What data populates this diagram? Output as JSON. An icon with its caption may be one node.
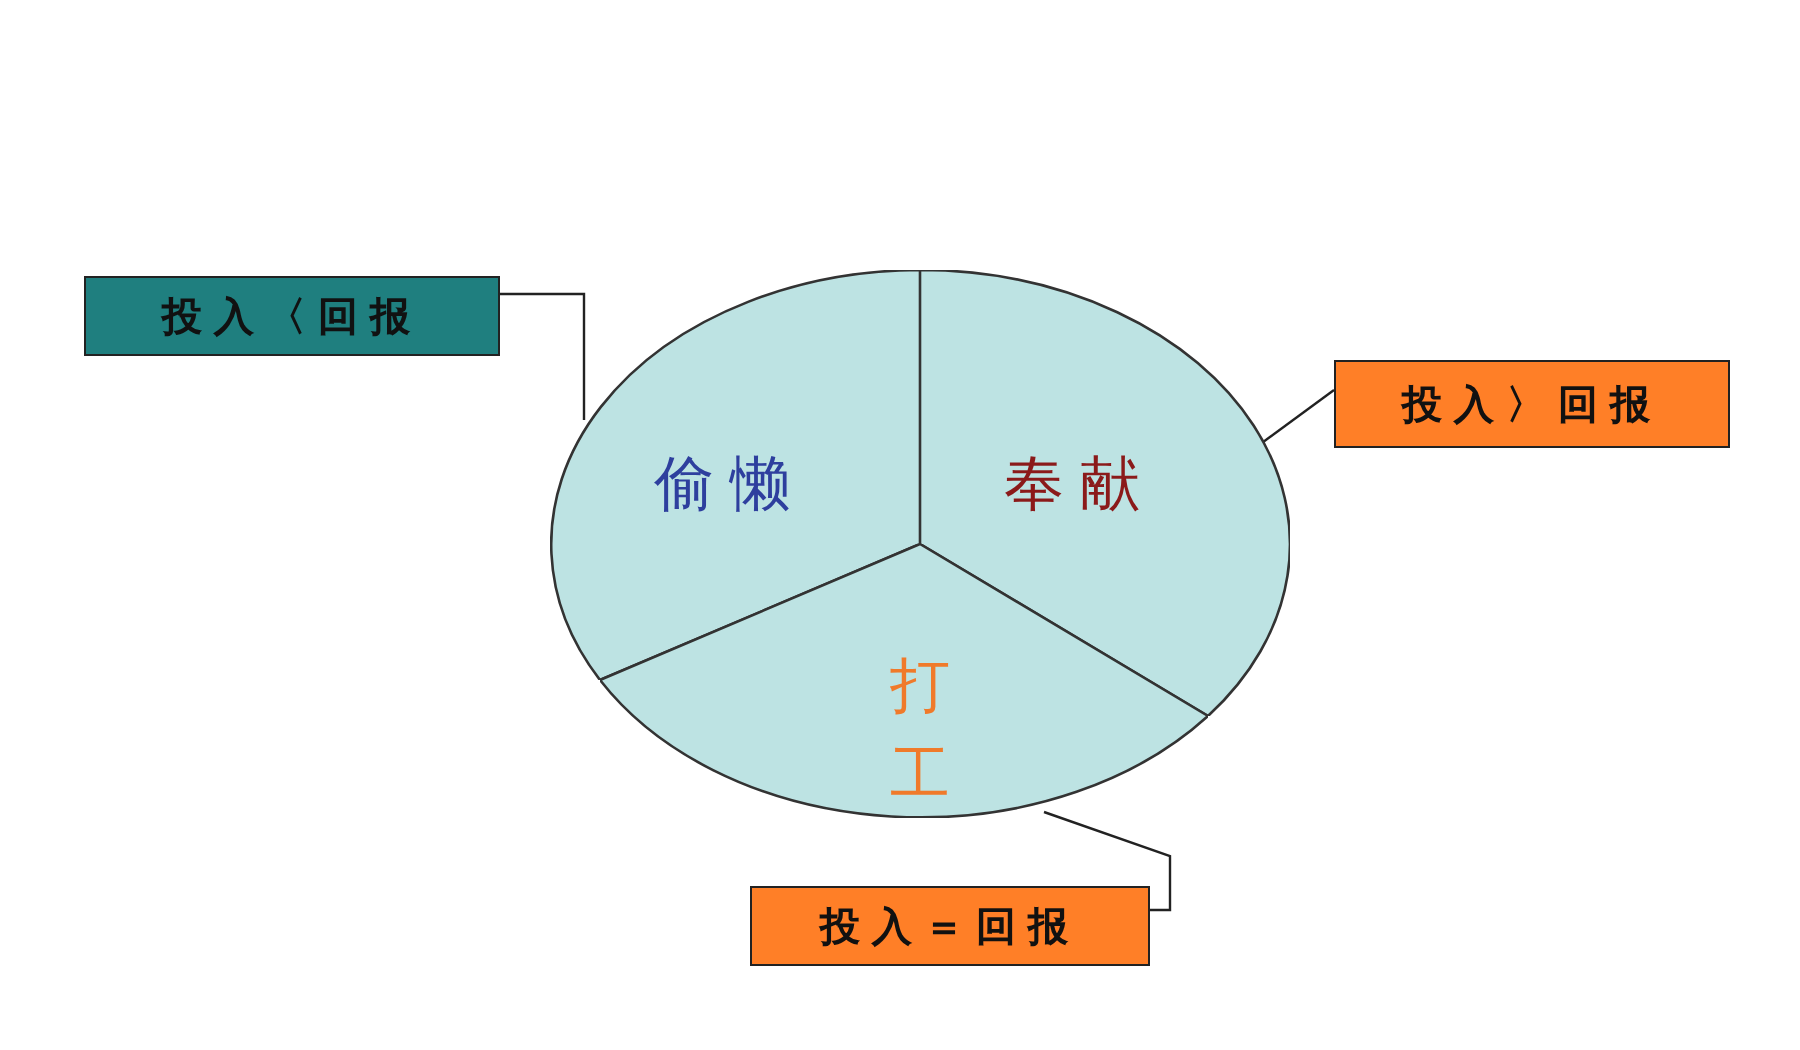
{
  "diagram": {
    "nodes": [
      {
        "text": [
          "偷懒"
        ]
      },
      {
        "text": [
          "奉献"
        ]
      },
      {
        "text": [
          "打工"
        ]
      },
      {
        "text": [
          "投入〈回报"
        ]
      },
      {
        "text": [
          "投入〉回报"
        ]
      },
      {
        "text": [
          "投入＝回报"
        ]
      }
    ],
    "edges": [
      {
        "from": 3,
        "to": 0,
        "arrow": "none"
      },
      {
        "from": 4,
        "to": 1,
        "arrow": "none"
      },
      {
        "from": 5,
        "to": 2,
        "arrow": "none"
      }
    ]
  }
}
